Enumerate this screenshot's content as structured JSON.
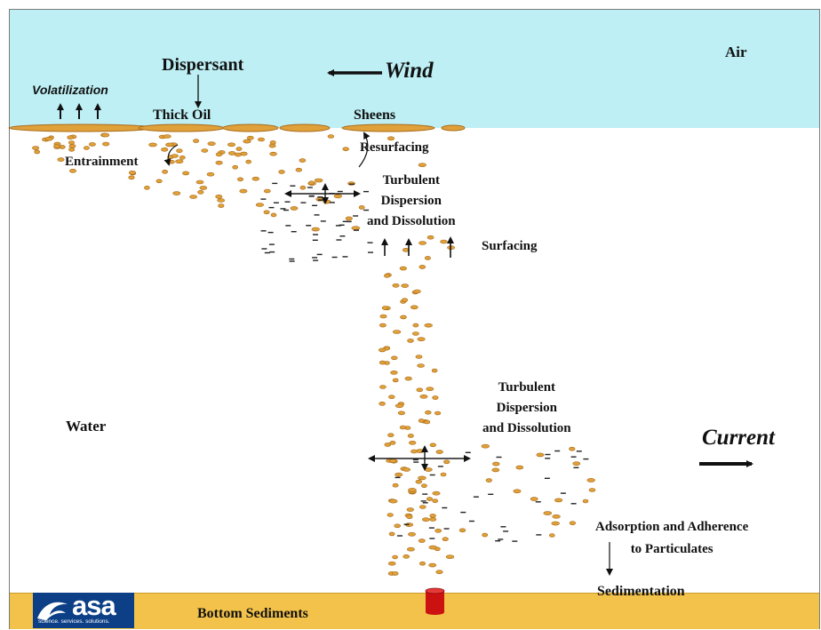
{
  "labels": {
    "air": "Air",
    "dispersant": "Dispersant",
    "wind": "Wind",
    "volatilization": "Volatilization",
    "thick_oil": "Thick Oil",
    "sheens": "Sheens",
    "entrainment": "Entrainment",
    "resurfacing": "Resurfacing",
    "turbulent_upper": [
      "Turbulent",
      "Dispersion",
      "and Dissolution"
    ],
    "surfacing": "Surfacing",
    "turbulent_lower": [
      "Turbulent",
      "Dispersion",
      "and Dissolution"
    ],
    "water": "Water",
    "current": "Current",
    "adsorption": [
      "Adsorption and Adherence",
      "to Particulates"
    ],
    "sedimentation": "Sedimentation",
    "bottom_sediments": "Bottom Sediments"
  },
  "logo": {
    "name": "asa",
    "tagline": "science. services. solutions."
  },
  "colors": {
    "air": "#bdeff4",
    "sediment": "#f3c24a",
    "oil": "#e0a13a",
    "oil_outline": "#a86a18",
    "logo_bg": "#0d3f86",
    "trap": "#cc1111"
  }
}
